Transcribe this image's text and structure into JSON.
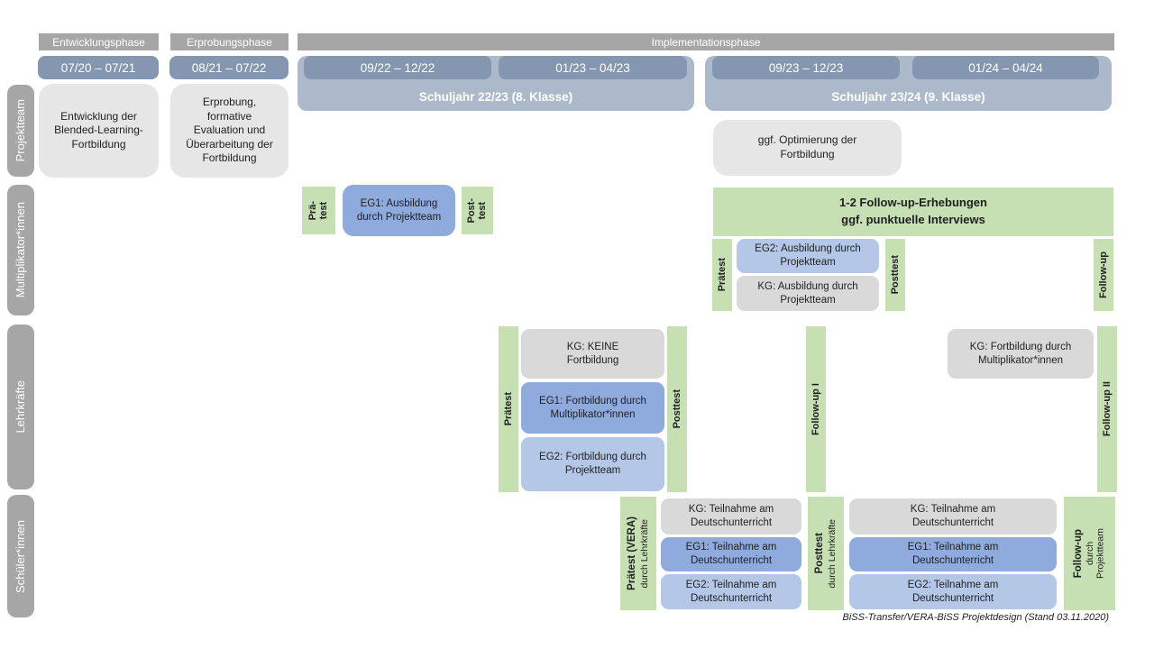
{
  "colors": {
    "header-gray": "#A6A6A6",
    "bar-blue": "#8496B0",
    "band-blue": "#ACB9CA",
    "box-gray": "#E7E6E6",
    "kg-gray": "#D9D9D9",
    "eg1-blue": "#8FAADC",
    "eg2-blue": "#B4C7E7",
    "green": "#C6E0B4"
  },
  "phases": {
    "entwicklung": {
      "label": "Entwicklungsphase",
      "date": "07/20 – 07/21"
    },
    "erprobung": {
      "label": "Erprobungsphase",
      "date": "08/21 – 07/22"
    },
    "implementation": {
      "label": "Implementationsphase"
    }
  },
  "school_years": {
    "sj2223": {
      "label": "Schuljahr 22/23 (8. Klasse)",
      "date1": "09/22 – 12/22",
      "date2": "01/23 – 04/23"
    },
    "sj2324": {
      "label": "Schuljahr 23/24 (9. Klasse)",
      "date1": "09/23 – 12/23",
      "date2": "01/24 – 04/24"
    }
  },
  "rows": {
    "projektteam": {
      "label": "Projektteam",
      "entwicklung_box": "Entwicklung der Blended-Learning-Fortbildung",
      "erprobung_box": "Erprobung, formative Evaluation und Überarbeitung der Fortbildung",
      "optimierung_box": "ggf. Optimierung der Fortbildung"
    },
    "multiplikatoren": {
      "label": "Multiplikator*innen",
      "praetest_small": "Prä-\ntest",
      "eg1_box": "EG1: Ausbildung durch Projektteam",
      "posttest_small": "Post-\ntest",
      "followup_banner": "1-2 Follow-up-Erhebungen\nggf. punktuelle Interviews",
      "praetest": "Prätest",
      "eg2_box": "EG2: Ausbildung durch Projektteam",
      "kg_box": "KG: Ausbildung durch Projektteam",
      "posttest": "Posttest",
      "followup": "Follow-up"
    },
    "lehrkraefte": {
      "label": "Lehrkräfte",
      "praetest": "Prätest",
      "kg_box": "KG: KEINE Fortbildung",
      "eg1_box": "EG1: Fortbildung durch Multiplikator*innen",
      "eg2_box": "EG2: Fortbildung durch Projektteam",
      "posttest": "Posttest",
      "followup1": "Follow-up I",
      "kg2_box": "KG: Fortbildung durch Multiplikator*innen",
      "followup2": "Follow-up II"
    },
    "schueler": {
      "label": "Schüler*innen",
      "praetest_bold": "Prätest (VERA)",
      "praetest_sub": "durch Lehrkräfte",
      "kg_box": "KG: Teilnahme am Deutschunterricht",
      "eg1_box": "EG1: Teilnahme am Deutschunterricht",
      "eg2_box": "EG2: Teilnahme am Deutschunterricht",
      "posttest_bold": "Posttest",
      "posttest_sub": "durch Lehrkräfte",
      "kg2_box": "KG: Teilnahme am Deutschunterricht",
      "eg1b_box": "EG1: Teilnahme am Deutschunterricht",
      "eg2b_box": "EG2: Teilnahme am Deutschunterricht",
      "followup_bold": "Follow-up",
      "followup_sub": "durch\nProjektteam"
    }
  },
  "footer": "BiSS-Transfer/VERA-BiSS Projektdesign (Stand 03.11.2020)"
}
